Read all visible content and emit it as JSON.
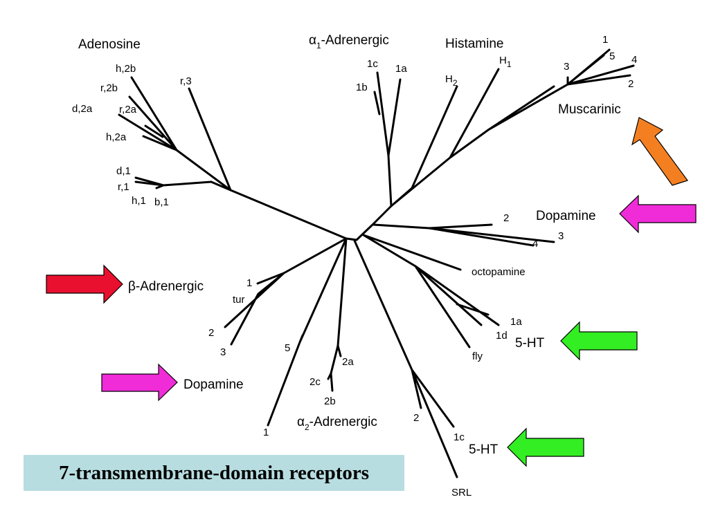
{
  "diagram": {
    "title": "7-transmembrane-domain receptors",
    "colors": {
      "branch": "#000000",
      "title_box": "#b7dde0",
      "red": "#e8102e",
      "magenta": "#f02bd8",
      "green": "#33ee22",
      "orange": "#f47f20"
    },
    "groups": {
      "adenosine": "Adenosine",
      "alpha1": {
        "symbol": "α",
        "sub": "1",
        "text": "-Adrenergic"
      },
      "histamine": "Histamine",
      "muscarinic": "Muscarinic",
      "dopamine_d2": "Dopamine",
      "beta": "β-Adrenergic",
      "dopamine_d1": "Dopamine",
      "alpha2": {
        "symbol": "α",
        "sub": "2",
        "text": "-Adrenergic"
      },
      "ht_upper": "5-HT",
      "ht_lower": "5-HT"
    },
    "leaves": {
      "adenosine": {
        "h2b": "h,2b",
        "r2b": "r,2b",
        "d2a": "d,2a",
        "r2a": "r,2a",
        "h2a": "h,2a",
        "r3": "r,3",
        "d1": "d,1",
        "r1": "r,1",
        "h1": "h,1",
        "b1": "b,1"
      },
      "alpha1": {
        "c1": "1c",
        "a1": "1a",
        "b1": "1b"
      },
      "histamine": {
        "h1_letter": "H",
        "h1_sub": "1",
        "h2_letter": "H",
        "h2_sub": "2"
      },
      "muscarinic": {
        "m1": "1",
        "m5": "5",
        "m4": "4",
        "m3": "3",
        "m2": "2"
      },
      "dopamine_d2": {
        "d2": "2",
        "d3": "3",
        "d4": "4"
      },
      "octopamine": "octopamine",
      "beta": {
        "b1": "1",
        "tur": "tur",
        "b2": "2",
        "b3": "3"
      },
      "dopamine_d1": {
        "d5": "5",
        "d1": "1"
      },
      "alpha2": {
        "a2a": "2a",
        "a2c": "2c",
        "a2b": "2b"
      },
      "ht": {
        "a1a": "1a",
        "a1d": "1d",
        "fly": "fly",
        "c1c": "1c",
        "n2": "2",
        "srl": "SRL"
      }
    },
    "arrows": [
      {
        "name": "beta-adrenergic",
        "color": "red",
        "direction": "right"
      },
      {
        "name": "dopamine-lower",
        "color": "magenta",
        "direction": "right"
      },
      {
        "name": "dopamine-upper",
        "color": "magenta",
        "direction": "left"
      },
      {
        "name": "5ht-upper",
        "color": "green",
        "direction": "left"
      },
      {
        "name": "5ht-lower",
        "color": "green",
        "direction": "left"
      },
      {
        "name": "muscarinic",
        "color": "orange",
        "direction": "up-left"
      }
    ]
  }
}
